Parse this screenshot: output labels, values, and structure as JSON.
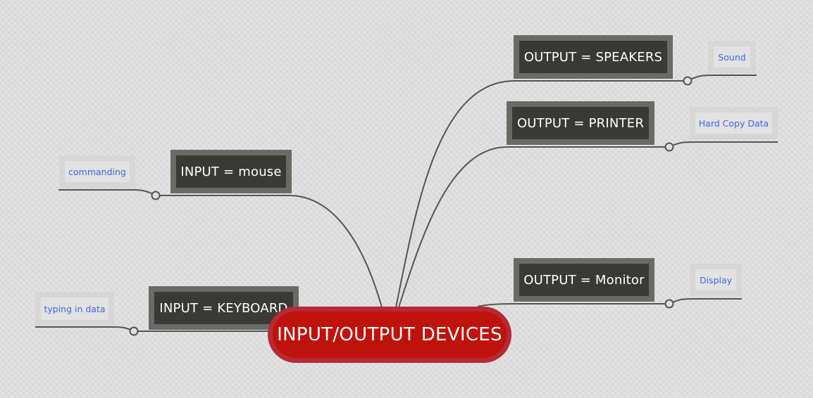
{
  "mindmap": {
    "central": {
      "label": "INPUT/OUTPUT DEVICES",
      "color": "#c0120c",
      "border_color": "#b52a35"
    },
    "topics": [
      {
        "id": "speakers",
        "label": "OUTPUT = SPEAKERS",
        "side": "right",
        "subtopic": "Sound"
      },
      {
        "id": "printer",
        "label": "OUTPUT = PRINTER",
        "side": "right",
        "subtopic": "Hard Copy Data"
      },
      {
        "id": "monitor",
        "label": "OUTPUT = Monitor",
        "side": "right",
        "subtopic": "Display"
      },
      {
        "id": "mouse",
        "label": "INPUT = mouse",
        "side": "left",
        "subtopic": "commanding"
      },
      {
        "id": "keyboard",
        "label": "INPUT = KEYBOARD",
        "side": "left",
        "subtopic": "typing in data"
      }
    ],
    "colors": {
      "topic_fill": "#393a35",
      "topic_border": "#6b6b66",
      "subtopic_text": "#3f66e6",
      "line": "#555555",
      "background": "#dedede"
    }
  }
}
